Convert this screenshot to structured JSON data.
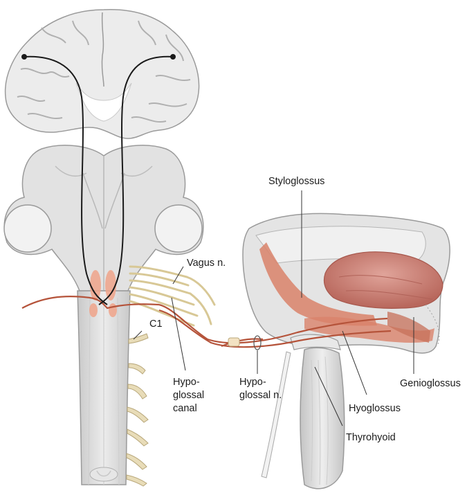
{
  "figure": {
    "labels": {
      "vagus_nerve": "Vagus n.",
      "c1": "C1",
      "hypoglossal_canal": [
        "Hypo-",
        "glossal",
        "canal"
      ],
      "hypoglossal_nerve": [
        "Hypo-",
        "glossal n."
      ],
      "styloglossus": "Styloglossus",
      "genioglossus": "Genioglossus",
      "hyoglossus": "Hyoglossus",
      "thyrohyoid": "Thyrohyoid"
    },
    "colors": {
      "tissue": "#dcdcdc",
      "tissue_light": "#ebebeb",
      "tissue_dark": "#bfbfbf",
      "outline": "#9a9a9a",
      "nerve": "#b5533a",
      "nucleus": "#f0a48a",
      "muscle": "#d9826a",
      "tongue": "#c87a70",
      "nerve_roots": "#e8dcb8",
      "pathway": "#1a1a1a"
    }
  }
}
